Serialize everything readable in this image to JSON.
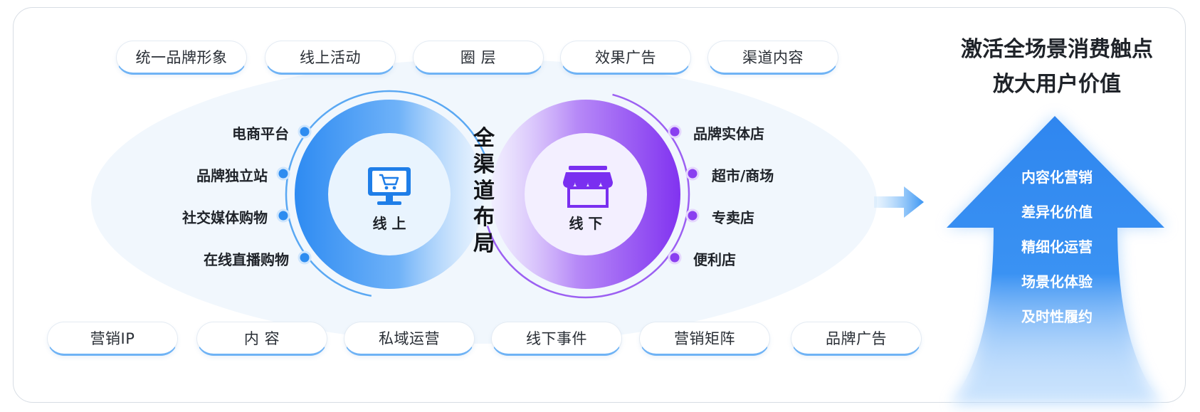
{
  "top_tags": [
    "统一品牌形象",
    "线上活动",
    "圈 层",
    "效果广告",
    "渠道内容"
  ],
  "bottom_tags": [
    "营销IP",
    "内 容",
    "私域运营",
    "线下事件",
    "营销矩阵",
    "品牌广告"
  ],
  "center_title": "全渠道布局",
  "online": {
    "label": "线 上",
    "icon": "shopping-cart-monitor-icon",
    "channels": [
      "电商平台",
      "品牌独立站",
      "社交媒体购物",
      "在线直播购物"
    ],
    "color": "#2f8cf0"
  },
  "offline": {
    "label": "线 下",
    "icon": "storefront-icon",
    "channels": [
      "品牌实体店",
      "超市/商场",
      "专卖店",
      "便利店"
    ],
    "color": "#8a3ff0"
  },
  "headline": {
    "line1": "激活全场景消费触点",
    "line2": "放大用户价值"
  },
  "arrow_items": [
    "内容化营销",
    "差异化价值",
    "精细化运营",
    "场景化体验",
    "及时性履约"
  ],
  "accent_color": "#3a8ef2"
}
